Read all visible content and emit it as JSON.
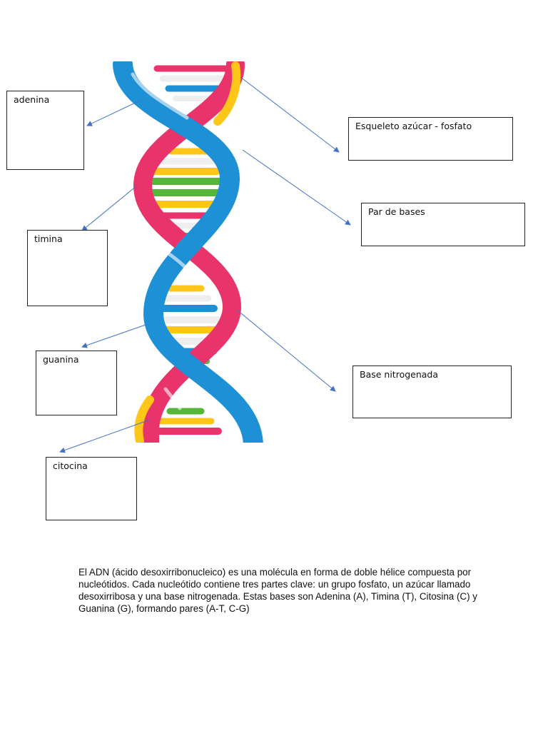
{
  "labels": {
    "adenina": "adenina",
    "timina": "timina",
    "guanina": "guanina",
    "citocina": "citocina",
    "esqueleto": "Esqueleto azúcar - fosfato",
    "par_bases": "Par de bases",
    "base_nitrogenada": "Base nitrogenada"
  },
  "description": "El ADN (ácido desoxirribonucleico) es una molécula en forma de doble hélice compuesta por nucleótidos. Cada nucleótido contiene tres partes clave: un grupo fosfato, un azúcar llamado desoxirribosa y una base nitrogenada. Estas bases son Adenina (A), Timina (T), Citosina (C) y Guanina (G), formando pares (A-T, C-G)",
  "colors": {
    "arrow": "#4472c4",
    "strand_blue": "#1e90d6",
    "strand_pink": "#e8336b",
    "base_yellow": "#ffc61a",
    "base_green": "#55b63a",
    "base_red": "#e8336b",
    "base_blue": "#1e90d6"
  }
}
